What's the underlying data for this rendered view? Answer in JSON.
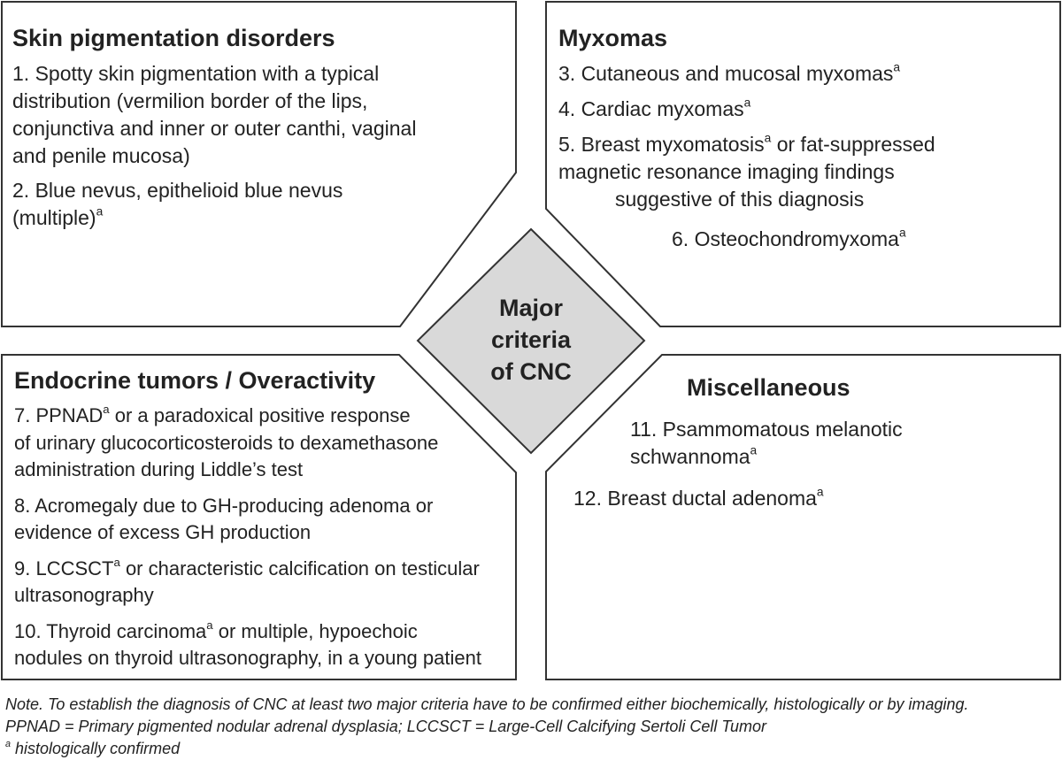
{
  "center": {
    "line1": "Major",
    "line2": "criteria",
    "line3": "of CNC"
  },
  "skin": {
    "title": "Skin pigmentation disorders",
    "item1": {
      "l1": "1. Spotty skin pigmentation with a typical",
      "l2": "distribution (vermilion border of the lips,",
      "l3": "conjunctiva and inner or outer canthi, vaginal",
      "l4": "and penile mucosa)"
    },
    "item2": {
      "l1": "2. Blue nevus, epithelioid blue nevus",
      "l2": "(multiple)",
      "sup": "a"
    }
  },
  "myxomas": {
    "title": "Myxomas",
    "item3": {
      "text": "3. Cutaneous and mucosal myxomas",
      "sup": "a"
    },
    "item4": {
      "text": "4. Cardiac myxomas",
      "sup": "a"
    },
    "item5": {
      "l1a": "5. Breast myxomatosis",
      "sup": "a",
      "l1b": " or fat-suppressed",
      "l2": "magnetic resonance imaging findings",
      "l3": "suggestive of this diagnosis"
    },
    "item6": {
      "text": "6. Osteochondromyxoma",
      "sup": "a"
    }
  },
  "endocrine": {
    "title": "Endocrine tumors / Overactivity",
    "item7": {
      "l1a": "7. PPNAD",
      "sup": "a",
      "l1b": " or a paradoxical positive response",
      "l2": "of urinary glucocorticosteroids to dexamethasone",
      "l3": "administration during Liddle’s test"
    },
    "item8": {
      "l1": "8. Acromegaly due to GH-producing adenoma or",
      "l2": "evidence of excess GH production"
    },
    "item9": {
      "l1a": "9. LCCSCT",
      "sup": "a",
      "l1b": " or characteristic calcification on testicular",
      "l2": "ultrasonography"
    },
    "item10": {
      "l1a": "10. Thyroid carcinoma",
      "sup": "a",
      "l1b": " or multiple, hypoechoic",
      "l2": "nodules on thyroid ultrasonography, in a young patient"
    }
  },
  "misc": {
    "title": "Miscellaneous",
    "item11": {
      "l1": "11. Psammomatous melanotic",
      "l2": "schwannoma",
      "sup": "a"
    },
    "item12": {
      "text": "12. Breast ductal adenoma",
      "sup": "a"
    }
  },
  "notes": {
    "line1": "Note. To establish the diagnosis of CNC at least two major criteria have to be confirmed either biochemically, histologically or by imaging.",
    "line2": "PPNAD = Primary pigmented nodular adrenal dysplasia; LCCSCT = Large-Cell Calcifying Sertoli Cell Tumor",
    "line3_sup": "a",
    "line3": " histologically confirmed"
  },
  "colors": {
    "border": "#333333",
    "diamond_fill": "#d9d9d9",
    "text": "#222222"
  }
}
